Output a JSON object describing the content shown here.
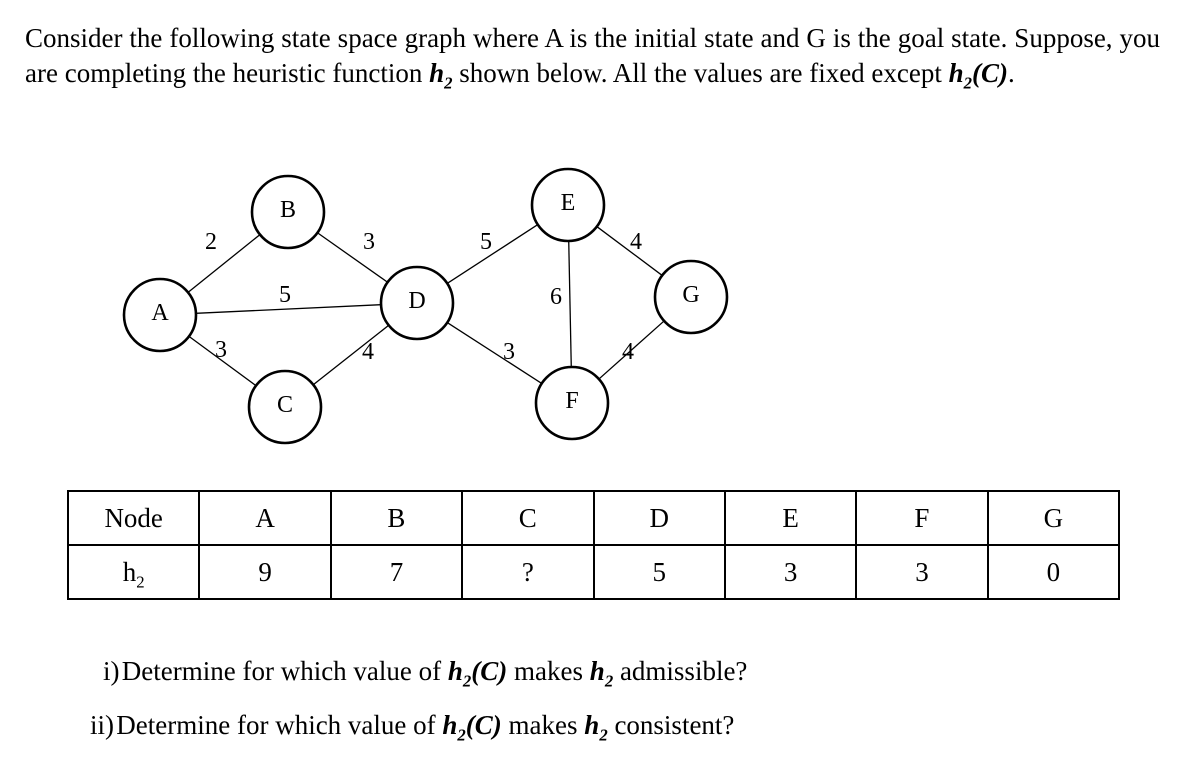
{
  "intro": {
    "part1": "Consider the following state space graph where A is the initial state and G is the goal state. Suppose, you are completing the heuristic function ",
    "h_base": "h",
    "h_sub": "2",
    "part2": " shown below. All the values are fixed except ",
    "hc_base": "h",
    "hc_sub": "2",
    "hc_arg": "(C)",
    "end": "."
  },
  "graph": {
    "nodes": [
      {
        "id": "A",
        "label": "A"
      },
      {
        "id": "B",
        "label": "B"
      },
      {
        "id": "C",
        "label": "C"
      },
      {
        "id": "D",
        "label": "D"
      },
      {
        "id": "E",
        "label": "E"
      },
      {
        "id": "F",
        "label": "F"
      },
      {
        "id": "G",
        "label": "G"
      }
    ],
    "edges": [
      {
        "from": "A",
        "to": "B",
        "cost": "2"
      },
      {
        "from": "A",
        "to": "D",
        "cost": "5"
      },
      {
        "from": "A",
        "to": "C",
        "cost": "3"
      },
      {
        "from": "B",
        "to": "D",
        "cost": "3"
      },
      {
        "from": "C",
        "to": "D",
        "cost": "4"
      },
      {
        "from": "D",
        "to": "E",
        "cost": "5"
      },
      {
        "from": "D",
        "to": "F",
        "cost": "3"
      },
      {
        "from": "E",
        "to": "F",
        "cost": "6"
      },
      {
        "from": "E",
        "to": "G",
        "cost": "4"
      },
      {
        "from": "F",
        "to": "G",
        "cost": "4"
      }
    ]
  },
  "table": {
    "header_label": "Node",
    "row_label_base": "h",
    "row_label_sub": "2",
    "nodes": [
      "A",
      "B",
      "C",
      "D",
      "E",
      "F",
      "G"
    ],
    "values": [
      "9",
      "7",
      "?",
      "5",
      "3",
      "3",
      "0"
    ]
  },
  "questions": [
    {
      "prefix": "i)",
      "text1": "Determine for which value of ",
      "var1_base": "h",
      "var1_sub": "2",
      "var1_arg": "(C)",
      "text2": " makes ",
      "var2_base": "h",
      "var2_sub": "2",
      "text3": " admissible?"
    },
    {
      "prefix": "ii)",
      "text1": "Determine for which value of ",
      "var1_base": "h",
      "var1_sub": "2",
      "var1_arg": "(C)",
      "text2": " makes ",
      "var2_base": "h",
      "var2_sub": "2",
      "text3": " consistent?"
    }
  ]
}
